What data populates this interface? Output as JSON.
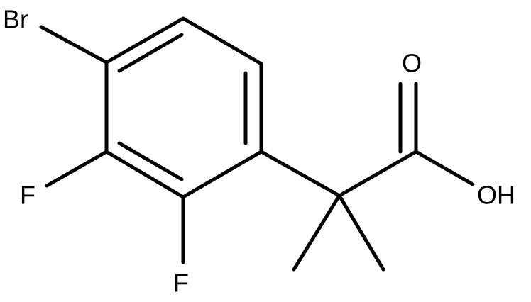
{
  "molecule": {
    "labels": {
      "br": "Br",
      "f_upper": "F",
      "f_lower": "F",
      "o_carbonyl": "O",
      "oh": "OH"
    },
    "colors": {
      "bond": "#000000",
      "text": "#000000",
      "background": "#ffffff"
    }
  }
}
